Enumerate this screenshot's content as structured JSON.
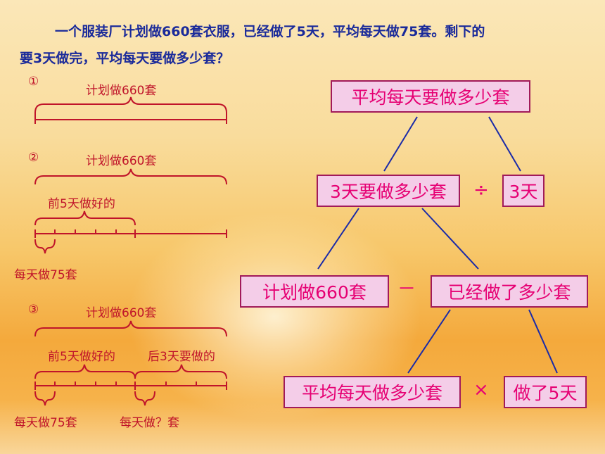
{
  "problem": {
    "line1": "一个服装厂计划做660套衣服，已经做了5天，平均每天做75套。剩下的",
    "line2": "要3天做完，平均每天要做多少套？"
  },
  "diagram1": {
    "index": "①",
    "total_label": "计划做660套"
  },
  "diagram2": {
    "index": "②",
    "total_label": "计划做660套",
    "done_label": "前5天做好的",
    "unit_label": "每天做75套"
  },
  "diagram3": {
    "index": "③",
    "total_label": "计划做660套",
    "done_label": "前5天做好的",
    "remain_label": "后3天要做的",
    "unit_label": "每天做75套",
    "question_label": "每天做？套"
  },
  "tree": {
    "root": "平均每天要做多少套",
    "level2_left": "3天要做多少套",
    "op_divide": "÷",
    "level2_right": "3天",
    "level3_left": "计划做660套",
    "op_minus": "－",
    "level3_right": "已经做了多少套",
    "level4_left": "平均每天做多少套",
    "op_times": "×",
    "level4_right": "做了5天"
  },
  "colors": {
    "text_blue": "#1a2a9a",
    "diagram_red": "#c0142a",
    "box_fill": "#f4cde8",
    "box_border": "#a11a5a",
    "box_text": "#e60073",
    "tree_line": "#1a2aa8"
  }
}
